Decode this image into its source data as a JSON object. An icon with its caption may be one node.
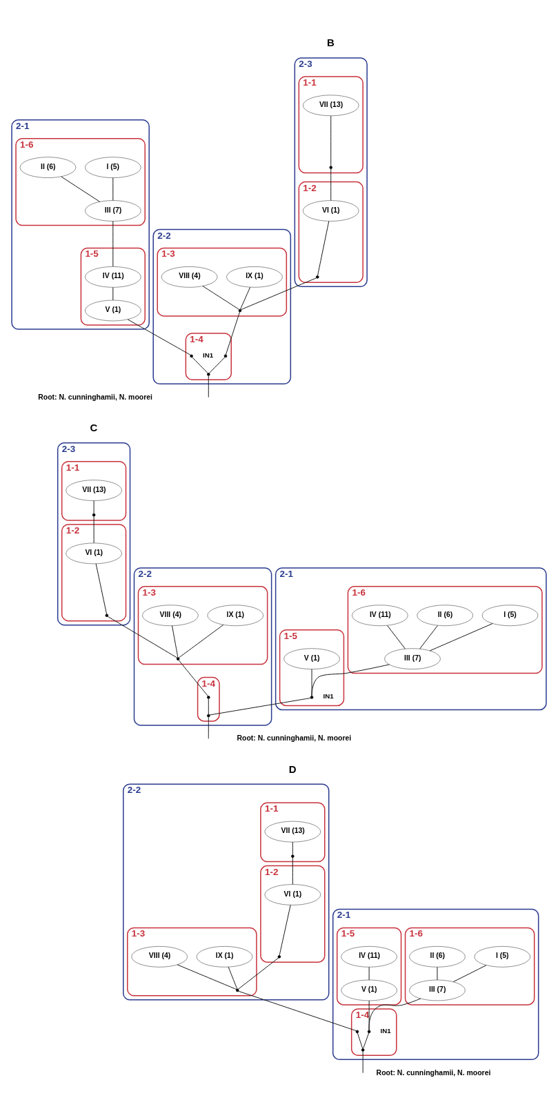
{
  "diagram": {
    "nodes": [
      {
        "text": [
          "2-3"
        ]
      },
      {
        "text": [
          "1-1"
        ],
        "in": 0
      },
      {
        "text": [
          "VII (13)"
        ],
        "in": 1
      },
      {
        "text": [],
        "shape": "circle",
        "in": 1
      },
      {
        "text": [
          "1-2"
        ],
        "in": 0
      },
      {
        "text": [
          "VI (1)"
        ],
        "in": 4
      },
      {
        "text": [],
        "shape": "circle",
        "in": 4
      },
      {
        "text": [
          "2-2"
        ]
      },
      {
        "text": [
          "1-3"
        ],
        "in": 7
      },
      {
        "text": [
          "IX (1)"
        ],
        "in": 8
      },
      {
        "text": [
          "VIII (4)"
        ],
        "in": 8
      },
      {
        "text": [],
        "shape": "circle",
        "in": 8
      },
      {
        "text": [
          "1-4"
        ],
        "in": 7
      },
      {
        "text": [],
        "shape": "circle",
        "in": 12
      },
      {
        "text": [],
        "shape": "circle",
        "in": 12
      },
      {
        "text": [],
        "shape": "circle",
        "in": 12,
        "beside": [
          "IN1"
        ]
      },
      {
        "text": [
          "2-1"
        ]
      },
      {
        "text": [
          "1-6"
        ],
        "in": 16
      },
      {
        "text": [
          "I (5)"
        ],
        "in": 17
      },
      {
        "text": [
          "II (6)"
        ],
        "in": 17
      },
      {
        "text": [
          "III (7)"
        ],
        "in": 17
      },
      {
        "text": [
          "1-5"
        ],
        "in": 16
      },
      {
        "text": [
          "IV (11)"
        ],
        "in": 21
      },
      {
        "text": [
          "V (1)"
        ],
        "in": 21
      },
      {
        "text": [
          "2-3"
        ]
      },
      {
        "text": [
          "1-1"
        ],
        "in": 24
      },
      {
        "text": [
          "VII (13)"
        ],
        "in": 25
      },
      {
        "text": [],
        "shape": "circle",
        "in": 25
      },
      {
        "text": [
          "1-2"
        ],
        "in": 24
      },
      {
        "text": [
          "VI (1)"
        ],
        "in": 28
      },
      {
        "text": [],
        "shape": "circle",
        "in": 28
      },
      {
        "text": [
          "2-2"
        ]
      },
      {
        "text": [
          "1-3"
        ],
        "in": 31
      },
      {
        "text": [
          "IX (1)"
        ],
        "in": 32
      },
      {
        "text": [
          "VIII (4)"
        ],
        "in": 32
      },
      {
        "text": [],
        "shape": "circle",
        "in": 32
      },
      {
        "text": [
          "1-4"
        ],
        "in": 31
      },
      {
        "text": [],
        "shape": "circle",
        "in": 36
      },
      {
        "text": [],
        "shape": "circle",
        "in": 36
      },
      {
        "text": [
          "2-1"
        ]
      },
      {
        "text": [
          "1-6"
        ],
        "in": 39
      },
      {
        "text": [
          "I (5)"
        ],
        "in": 40
      },
      {
        "text": [
          "II (6)"
        ],
        "in": 40
      },
      {
        "text": [
          "IV (11)"
        ],
        "in": 40
      },
      {
        "text": [
          "III (7)"
        ],
        "in": 40
      },
      {
        "text": [
          "1-5"
        ],
        "in": 39
      },
      {
        "text": [
          "V (1)"
        ],
        "in": 45
      },
      {
        "text": [],
        "shape": "circle",
        "in": 45,
        "beside": [
          "IN1"
        ]
      },
      {
        "text": [
          "2-2"
        ]
      },
      {
        "text": [
          "1-1"
        ],
        "in": 48
      },
      {
        "text": [
          "VII (13)"
        ],
        "in": 49
      },
      {
        "text": [],
        "shape": "circle",
        "in": 49
      },
      {
        "text": [
          "1-2"
        ],
        "in": 48
      },
      {
        "text": [
          "VI (1)"
        ],
        "in": 52
      },
      {
        "text": [],
        "shape": "circle",
        "in": 52
      },
      {
        "text": [
          "1-3"
        ],
        "in": 48
      },
      {
        "text": [
          "IX (1)"
        ],
        "in": 55
      },
      {
        "text": [
          "VIII (4)"
        ],
        "in": 55
      },
      {
        "text": [],
        "shape": "circle",
        "in": 55
      },
      {
        "text": [
          "2-1"
        ]
      },
      {
        "text": [
          "1-6"
        ],
        "in": 59
      },
      {
        "text": [
          "I (5)"
        ],
        "in": 60
      },
      {
        "text": [
          "II (6)"
        ],
        "in": 60
      },
      {
        "text": [
          "III (7)"
        ],
        "in": 60
      },
      {
        "text": [
          "1-5"
        ],
        "in": 59
      },
      {
        "text": [
          "IV (11)"
        ],
        "in": 64
      },
      {
        "text": [
          "V (1)"
        ],
        "in": 64
      },
      {
        "text": [
          "1-4"
        ],
        "in": 59
      },
      {
        "text": [],
        "shape": "circle",
        "in": 67
      },
      {
        "text": [],
        "shape": "circle",
        "in": 67
      },
      {
        "text": [],
        "shape": "circle",
        "in": 67,
        "beside": [
          "IN1"
        ]
      }
    ],
    "edges": [
      {
        "from": 2,
        "to": 3,
        "arrow": "none"
      },
      {
        "from": 3,
        "to": 5,
        "arrow": "none"
      },
      {
        "from": 5,
        "to": 6,
        "arrow": "none"
      },
      {
        "from": 6,
        "to": 11,
        "arrow": "none"
      },
      {
        "from": 9,
        "to": 11,
        "arrow": "none"
      },
      {
        "from": 10,
        "to": 11,
        "arrow": "none"
      },
      {
        "from": 11,
        "to": 13,
        "arrow": "none"
      },
      {
        "from": 13,
        "to": 14,
        "arrow": "none"
      },
      {
        "from": 18,
        "to": 20,
        "arrow": "none"
      },
      {
        "from": 19,
        "to": 20,
        "arrow": "none"
      },
      {
        "from": 20,
        "to": 22,
        "arrow": "none"
      },
      {
        "from": 22,
        "to": 23,
        "arrow": "none"
      },
      {
        "from": 23,
        "to": 15,
        "arrow": "none"
      },
      {
        "from": 15,
        "to": 14,
        "arrow": "none"
      },
      {
        "from": 14,
        "to": null,
        "arrow": "none"
      },
      {
        "from": 26,
        "to": 27,
        "arrow": "none"
      },
      {
        "from": 27,
        "to": 29,
        "arrow": "none"
      },
      {
        "from": 29,
        "to": 30,
        "arrow": "none"
      },
      {
        "from": 30,
        "to": 35,
        "arrow": "none"
      },
      {
        "from": 33,
        "to": 35,
        "arrow": "none"
      },
      {
        "from": 34,
        "to": 35,
        "arrow": "none"
      },
      {
        "from": 35,
        "to": 37,
        "arrow": "none"
      },
      {
        "from": 37,
        "to": 38,
        "arrow": "none"
      },
      {
        "from": 41,
        "to": 44,
        "arrow": "none"
      },
      {
        "from": 42,
        "to": 44,
        "arrow": "none"
      },
      {
        "from": 43,
        "to": 44,
        "arrow": "none"
      },
      {
        "from": 44,
        "to": 47,
        "arrow": "none"
      },
      {
        "from": 46,
        "to": 47,
        "arrow": "none"
      },
      {
        "from": 47,
        "to": 38,
        "arrow": "none"
      },
      {
        "from": 38,
        "to": null,
        "arrow": "none"
      },
      {
        "from": 50,
        "to": 51,
        "arrow": "none"
      },
      {
        "from": 51,
        "to": 53,
        "arrow": "none"
      },
      {
        "from": 53,
        "to": 54,
        "arrow": "none"
      },
      {
        "from": 54,
        "to": 58,
        "arrow": "none"
      },
      {
        "from": 56,
        "to": 58,
        "arrow": "none"
      },
      {
        "from": 57,
        "to": 58,
        "arrow": "none"
      },
      {
        "from": 58,
        "to": 68,
        "arrow": "none"
      },
      {
        "from": 68,
        "to": 69,
        "arrow": "none"
      },
      {
        "from": 61,
        "to": 63,
        "arrow": "none"
      },
      {
        "from": 62,
        "to": 63,
        "arrow": "none"
      },
      {
        "from": 63,
        "to": 70,
        "arrow": "none"
      },
      {
        "from": 65,
        "to": 66,
        "arrow": "none"
      },
      {
        "from": 66,
        "to": 70,
        "arrow": "none"
      },
      {
        "from": 70,
        "to": 69,
        "arrow": "none"
      },
      {
        "from": 69,
        "to": null,
        "arrow": "none"
      }
    ],
    "labels": [
      "B",
      "Root: N. cunninghamii, N. moorei",
      "C",
      "Root: N. cunninghamii, N. moorei",
      "D",
      "Root: N. cunninghamii, N. moorei"
    ]
  }
}
